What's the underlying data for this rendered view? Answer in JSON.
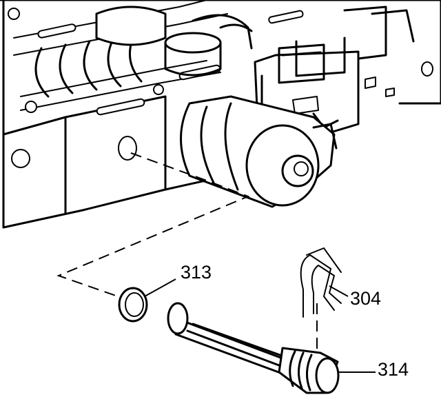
{
  "diagram": {
    "callouts": [
      {
        "id": "313",
        "text": "313"
      },
      {
        "id": "304",
        "text": "304"
      },
      {
        "id": "314",
        "text": "314"
      }
    ]
  }
}
